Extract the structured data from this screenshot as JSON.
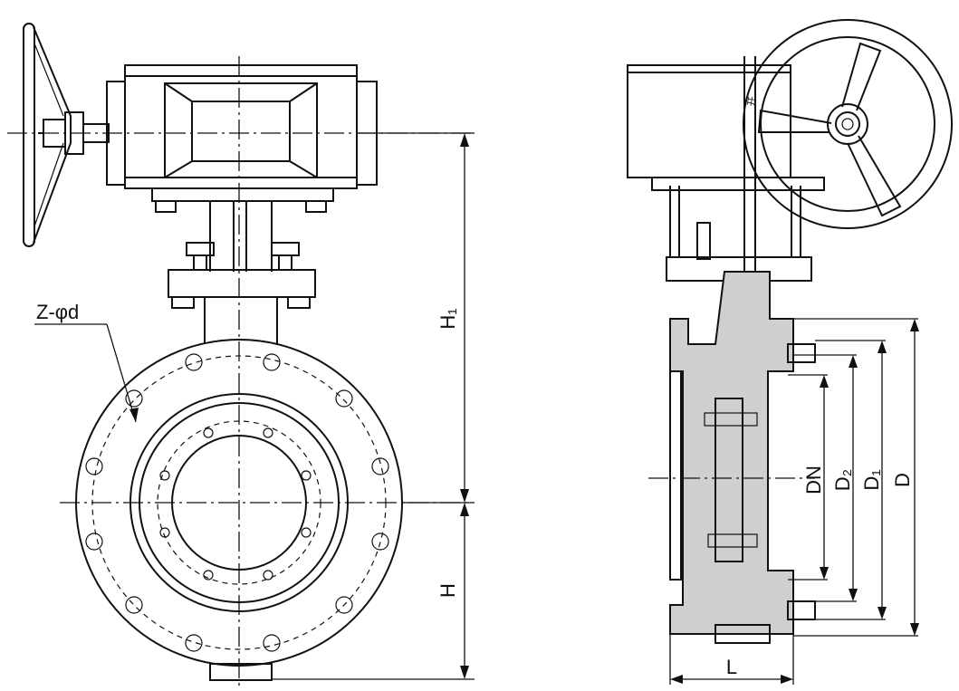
{
  "labels": {
    "z_phi_d": "Z-φd",
    "h1": "H₁",
    "h": "H",
    "dn": "DN",
    "d2": "D₂",
    "d1": "D₁",
    "d": "D",
    "l": "L",
    "open_mark": "开"
  }
}
